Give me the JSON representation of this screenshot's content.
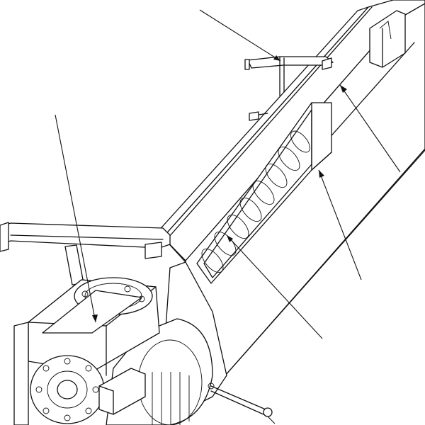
{
  "diagram": {
    "callouts": [
      {
        "id": "callout-1",
        "text": ""
      },
      {
        "id": "callout-2",
        "text": ""
      },
      {
        "id": "callout-3",
        "text": ""
      },
      {
        "id": "callout-4",
        "text": ""
      },
      {
        "id": "callout-5",
        "text": ""
      },
      {
        "id": "callout-6",
        "text": ""
      }
    ]
  },
  "colors": {
    "line": "#111111",
    "background": "#ffffff"
  }
}
